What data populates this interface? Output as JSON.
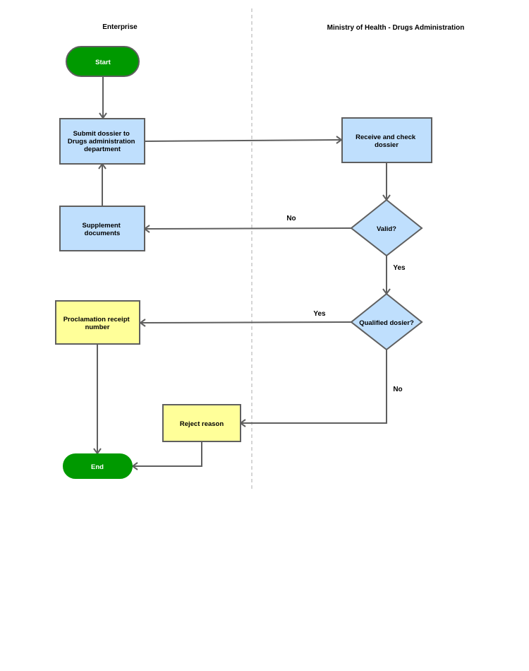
{
  "lanes": {
    "left": "Enterprise",
    "right": "Ministry of Health - Drugs Administration"
  },
  "nodes": {
    "start": {
      "label": "Start"
    },
    "submit": {
      "lines": [
        "Submit dossier to",
        "Drugs administration",
        "department"
      ]
    },
    "receive": {
      "lines": [
        "Receive and check",
        "dossier"
      ]
    },
    "valid": {
      "label": "Valid?"
    },
    "supplement": {
      "lines": [
        "Supplement",
        "documents"
      ]
    },
    "qualified": {
      "label": "Qualified dosier?"
    },
    "proclamation": {
      "lines": [
        "Proclamation receipt",
        "number"
      ]
    },
    "reject": {
      "label": "Reject reason"
    },
    "end": {
      "label": "End"
    }
  },
  "edge_labels": {
    "valid_no": "No",
    "valid_yes": "Yes",
    "qualified_yes": "Yes",
    "qualified_no": "No"
  },
  "colors": {
    "terminal": "#009900",
    "process_blue": "#bfdffd",
    "process_yellow": "#ffff99",
    "border": "#5f5f5f",
    "lane_divider": "#c8c8c8"
  }
}
